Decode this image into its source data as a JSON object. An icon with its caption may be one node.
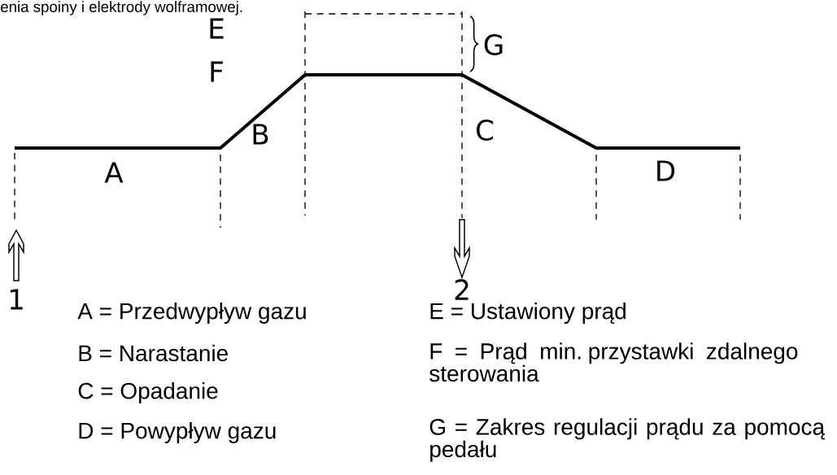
{
  "diagram": {
    "labels": [
      "enia spoiny i elektrody wolframowej.",
      "E",
      "G",
      "F",
      "B",
      "C",
      "A",
      "D",
      "1",
      "2",
      "A = Przedwypływ gazu",
      "E = Ustawiony prąd",
      "B = Narastanie",
      "F = Prąd min. przystawki zdalnego sterowania",
      "C = Opadanie",
      "D = Powypływ gazu",
      "G = Zakres regulacji prądu za pomocą pedału"
    ]
  }
}
